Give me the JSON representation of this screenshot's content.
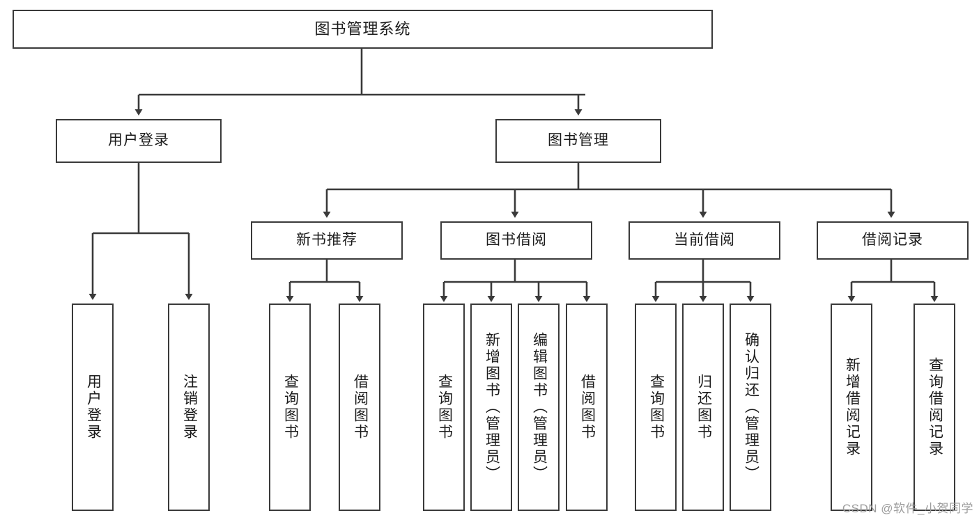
{
  "diagram": {
    "title": "图书管理系统",
    "watermark": "CSDN @软件_小贺同学",
    "colors": {
      "stroke": "#3a3a3a",
      "box_fill": "#ffffff",
      "text": "#1b1b1b",
      "watermark": "#9d9d9d",
      "background": "#ffffff"
    },
    "type": "tree-hierarchy-chart",
    "levels": 4,
    "root": {
      "label": "图书管理系统"
    },
    "level1": [
      {
        "label": "用户登录"
      },
      {
        "label": "图书管理"
      }
    ],
    "level2": [
      {
        "label": "新书推荐"
      },
      {
        "label": "图书借阅"
      },
      {
        "label": "当前借阅"
      },
      {
        "label": "借阅记录"
      }
    ],
    "leaves": {
      "user_login": [
        {
          "label": "用户登录"
        },
        {
          "label": "注销登录"
        }
      ],
      "new_book_recommend": [
        {
          "label": "查询图书"
        },
        {
          "label": "借阅图书"
        }
      ],
      "book_borrow": [
        {
          "label": "查询图书"
        },
        {
          "label": "新增图书（管理员）"
        },
        {
          "label": "编辑图书（管理员）"
        },
        {
          "label": "借阅图书"
        }
      ],
      "current_borrow": [
        {
          "label": "查询图书"
        },
        {
          "label": "归还图书"
        },
        {
          "label": "确认归还（管理员）"
        }
      ],
      "borrow_record": [
        {
          "label": "新增借阅记录"
        },
        {
          "label": "查询借阅记录"
        }
      ]
    }
  }
}
